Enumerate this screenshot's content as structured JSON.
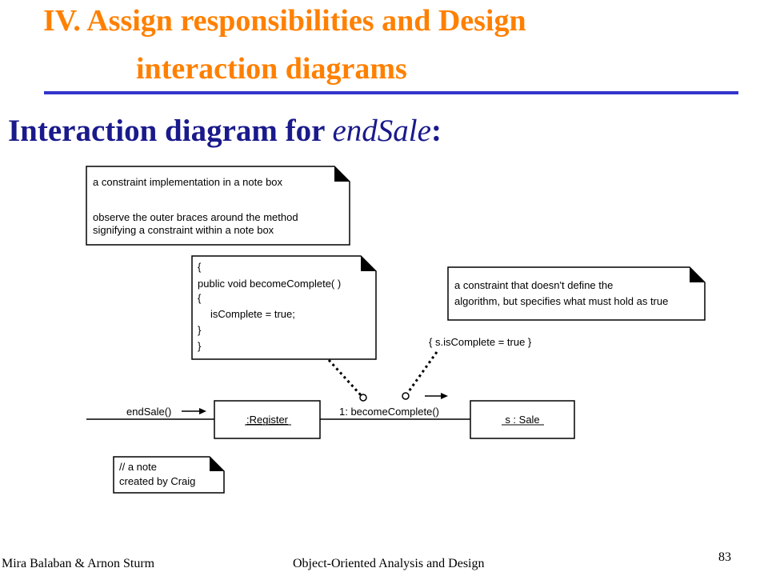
{
  "header": {
    "title_line1": "IV. Assign responsibilities and Design",
    "title_line2": "interaction diagrams",
    "subtitle_prefix": "Interaction diagram for ",
    "subtitle_italic": "endSale",
    "subtitle_suffix": ":"
  },
  "diagram": {
    "note_top": {
      "line1": "a constraint implementation in a note box",
      "line2": "observe the outer braces around the method",
      "line3": "signifying a constraint within a note box"
    },
    "note_code": {
      "line1": "{",
      "line2": "public void becomeComplete( )",
      "line3": "{",
      "line4": "isComplete = true;",
      "line5": "}",
      "line6": "}"
    },
    "note_right": {
      "line1": "a constraint that doesn't define the",
      "line2": "algorithm, but specifies what must hold as true"
    },
    "constraint": "{ s.isComplete = true }",
    "incoming_message": "endSale()",
    "register_label": ":Register",
    "message": "1: becomeComplete()",
    "sale_label": "s : Sale",
    "note_bottom": {
      "line1": "// a note",
      "line2": "created by Craig"
    }
  },
  "footer": {
    "authors": "Mira Balaban & Arnon Sturm",
    "course": "Object-Oriented Analysis and Design",
    "page": "83"
  }
}
